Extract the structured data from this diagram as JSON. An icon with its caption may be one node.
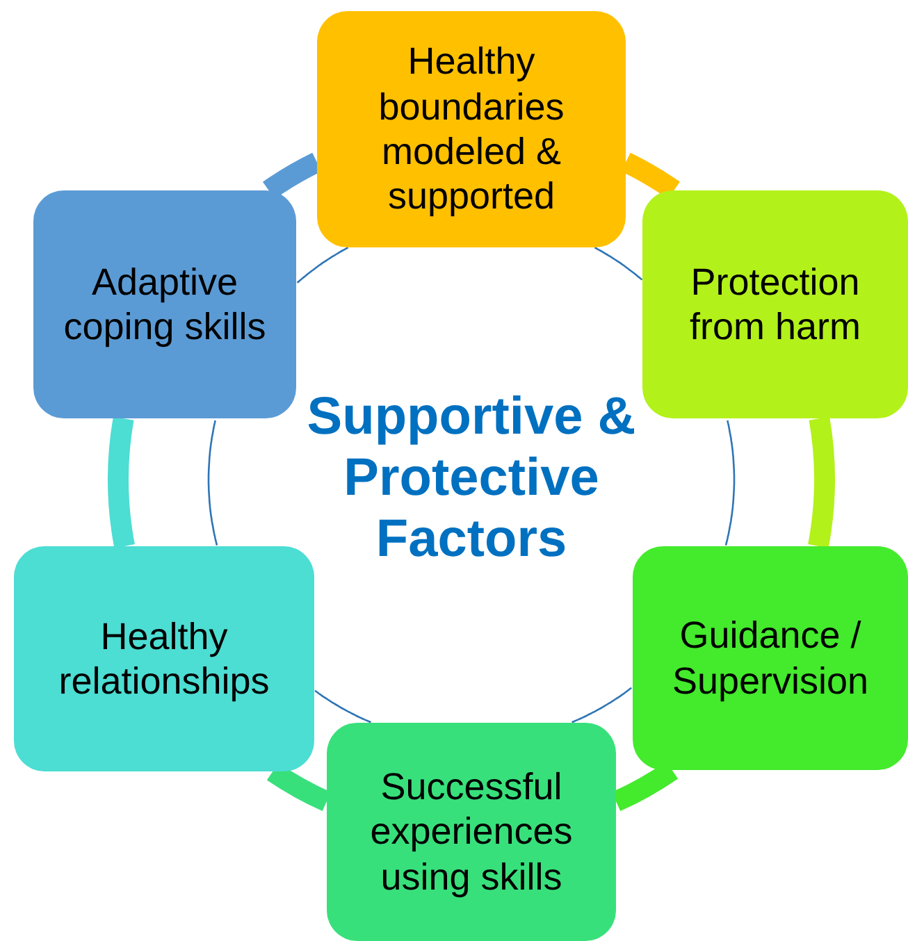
{
  "diagram": {
    "nodes": [
      {
        "text": [
          "Healthy boundaries modeled & supported"
        ]
      },
      {
        "text": [
          "Protection from harm"
        ]
      },
      {
        "text": [
          "Guidance / Supervision"
        ]
      },
      {
        "text": [
          "Successful experiences using skills"
        ]
      },
      {
        "text": [
          "Healthy relationships"
        ]
      },
      {
        "text": [
          "Adaptive coping skills"
        ]
      },
      {
        "text": [
          "Supportive & Protective Factors"
        ]
      }
    ],
    "edges": [
      {
        "from": 0,
        "to": 1,
        "arrow": "none",
        "color": "#ffc000"
      },
      {
        "from": 1,
        "to": 2,
        "arrow": "none",
        "color": "#b3f11a"
      },
      {
        "from": 2,
        "to": 3,
        "arrow": "none",
        "color": "#44ea2c"
      },
      {
        "from": 3,
        "to": 4,
        "arrow": "none",
        "color": "#38e07b"
      },
      {
        "from": 4,
        "to": 5,
        "arrow": "none",
        "color": "#4cddd3"
      },
      {
        "from": 5,
        "to": 0,
        "arrow": "none",
        "color": "#5b9bd5"
      }
    ]
  }
}
